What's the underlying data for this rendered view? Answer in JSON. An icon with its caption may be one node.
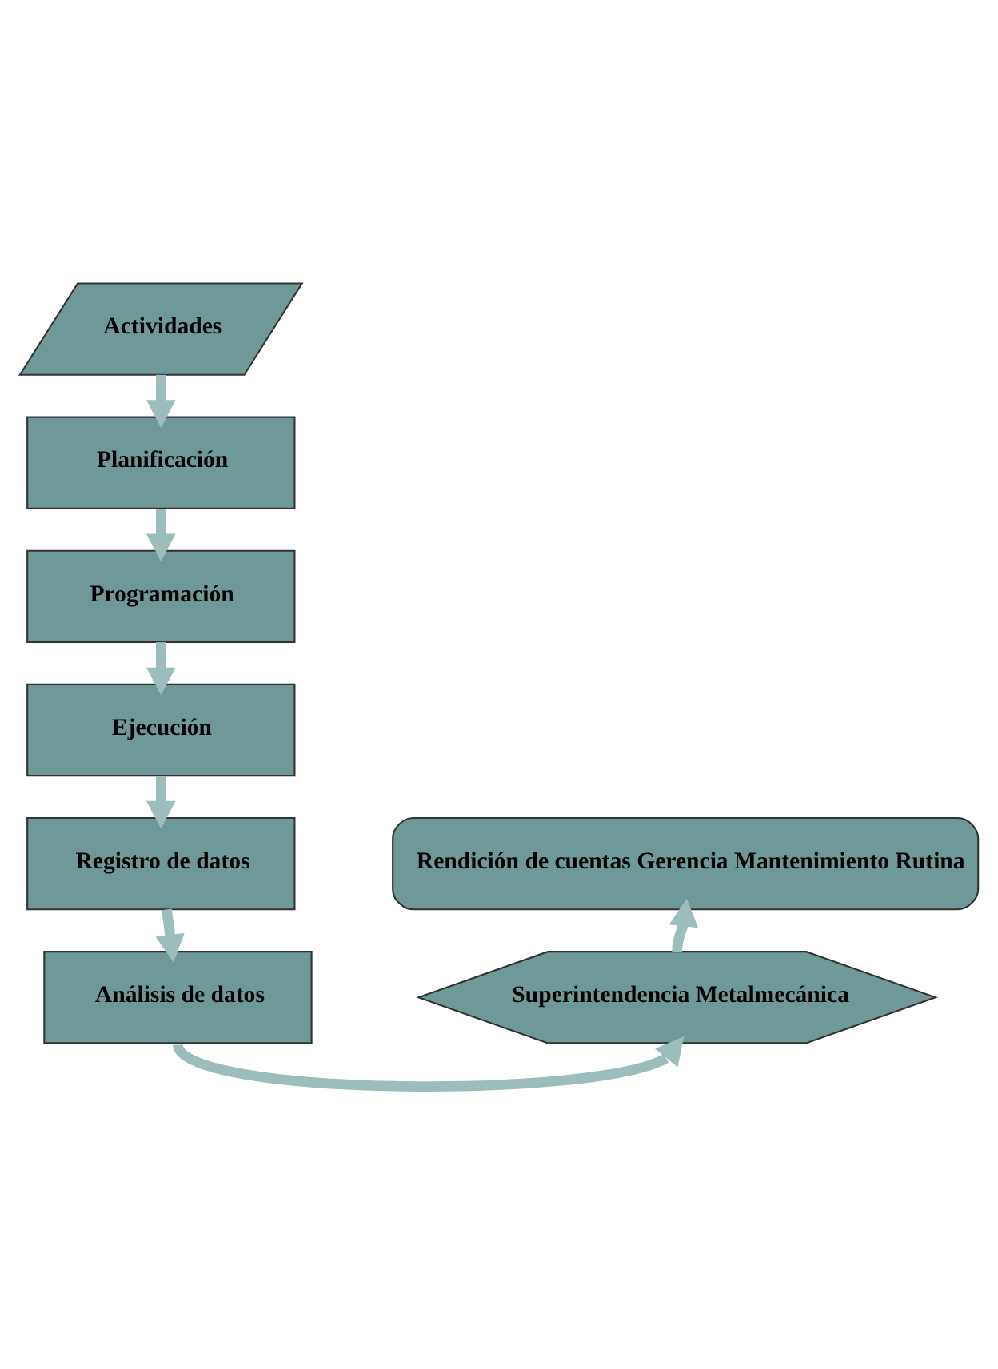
{
  "diagram": {
    "nodes": [
      {
        "text": [
          "Actividades"
        ]
      },
      {
        "text": [
          "Planificación"
        ]
      },
      {
        "text": [
          "Programación"
        ]
      },
      {
        "text": [
          "Ejecución"
        ]
      },
      {
        "text": [
          "Registro de datos"
        ]
      },
      {
        "text": [
          "Análisis de datos"
        ]
      },
      {
        "text": [
          "Superintendencia Metalmecánica"
        ]
      },
      {
        "text": [
          "Rendición de cuentas Gerencia Mantenimiento Rutina"
        ]
      }
    ],
    "edges": [
      {
        "from": 0,
        "to": 1,
        "arrow": "to"
      },
      {
        "from": 1,
        "to": 2,
        "arrow": "to"
      },
      {
        "from": 2,
        "to": 3,
        "arrow": "to"
      },
      {
        "from": 3,
        "to": 4,
        "arrow": "to"
      },
      {
        "from": 4,
        "to": 5,
        "arrow": "to"
      },
      {
        "from": 5,
        "to": 6,
        "arrow": "to"
      },
      {
        "from": 6,
        "to": 7,
        "arrow": "to"
      }
    ]
  }
}
